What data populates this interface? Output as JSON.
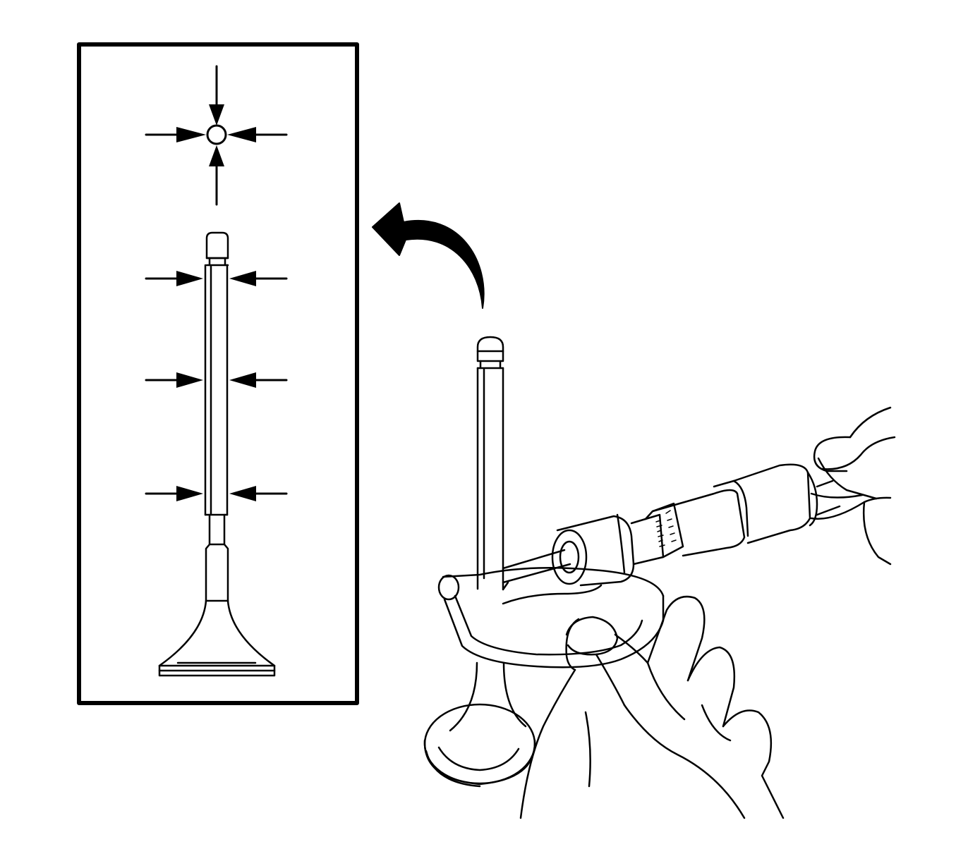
{
  "diagram": {
    "type": "technical-illustration",
    "line_color": "#000000",
    "background_color": "#ffffff",
    "inset_panel": {
      "cross_section_arrows": 4,
      "stem_measurement_points": 3
    },
    "main_illustration": {
      "subject": "valve",
      "tool": "micrometer"
    }
  }
}
